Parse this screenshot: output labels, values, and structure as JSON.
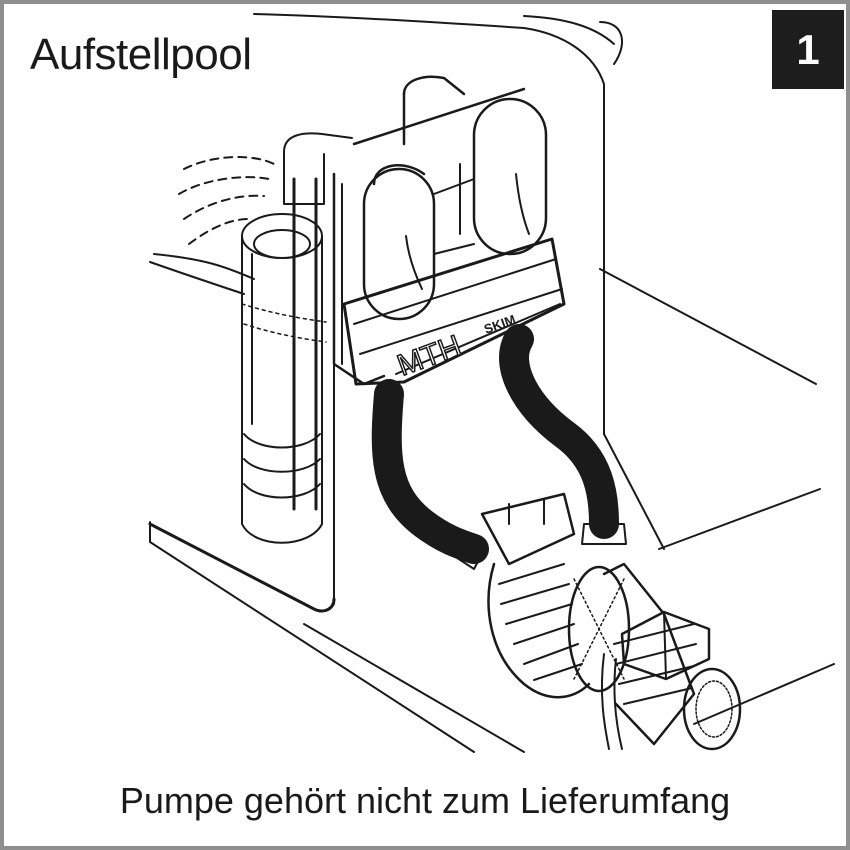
{
  "heading": "Aufstellpool",
  "step_number": "1",
  "caption": "Pumpe gehört nicht zum Lieferumfang",
  "device_brand": "MTH",
  "device_model": "SKIM",
  "colors": {
    "line": "#1a1a1a",
    "border": "#8f8f8f",
    "badge_bg": "#1d1d1d",
    "badge_text": "#ffffff",
    "surface": "#ffffff"
  },
  "icons": [
    "pool-wall-drawing",
    "skimmer-filter-unit",
    "corrugated-hose",
    "pump-drawing"
  ]
}
